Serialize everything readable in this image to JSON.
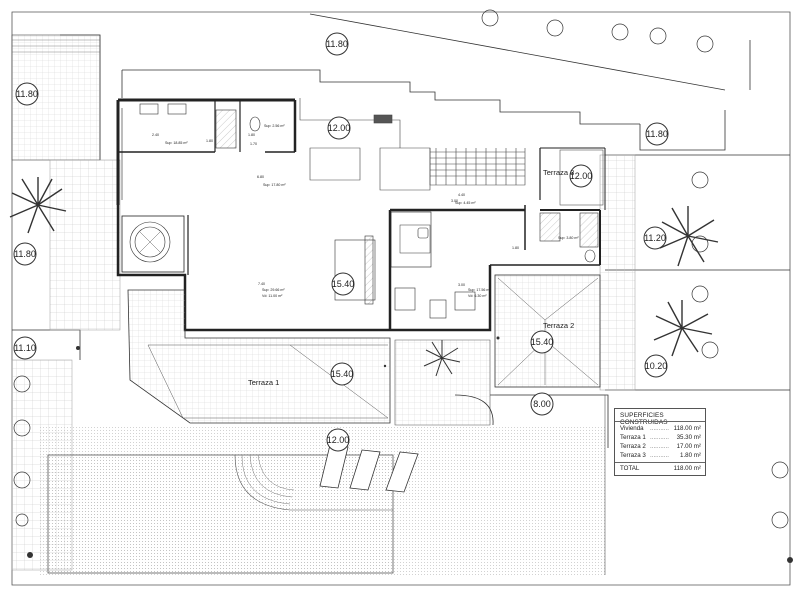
{
  "levels": [
    "11.80",
    "11.80",
    "12.00",
    "12.00",
    "11.80",
    "11.80",
    "11.20",
    "11.10",
    "15.40",
    "15.40",
    "15.40",
    "10.20",
    "8.00",
    "12.00"
  ],
  "terraces": {
    "t1": "Terraza 1",
    "t2": "Terraza 2",
    "t3": "Terraza 3"
  },
  "room_labels": {
    "r1": "Sup: 18.85 m²",
    "r2": "Sup: 2.56 m²",
    "r3": "Sup: 17.80 m²",
    "r4": "Sup: 4.45 m²",
    "r5": "Sup: 3.80 m²",
    "r6a": "Sup: 29.66 m²",
    "r6b": "Vd: 11.00 m²",
    "r7a": "Sup: 17.56 m²",
    "r7b": "Vd: 6.30 m²"
  },
  "dims": [
    "2.40",
    "6.80",
    "4.40",
    "7.40",
    "3.00",
    "1.80",
    "3.00",
    "1.80",
    "1.70",
    "1.80"
  ],
  "surfaces": {
    "title": "SUPERFICIES CONSTRUIDAS",
    "rows": [
      {
        "name": "Vivienda",
        "value": "118.00 m²"
      },
      {
        "name": "Terraza 1",
        "value": "35.30 m²"
      },
      {
        "name": "Terraza 2",
        "value": "17.00 m²"
      },
      {
        "name": "Terraza 3",
        "value": "1.80 m²"
      }
    ],
    "dots": "...........",
    "total_label": "TOTAL",
    "total_value": "118.00 m²"
  },
  "colors": {
    "line": "#333333",
    "wall": "#222222",
    "grid": "#bfbfbf",
    "pool_dots": "#c8c8c8"
  }
}
